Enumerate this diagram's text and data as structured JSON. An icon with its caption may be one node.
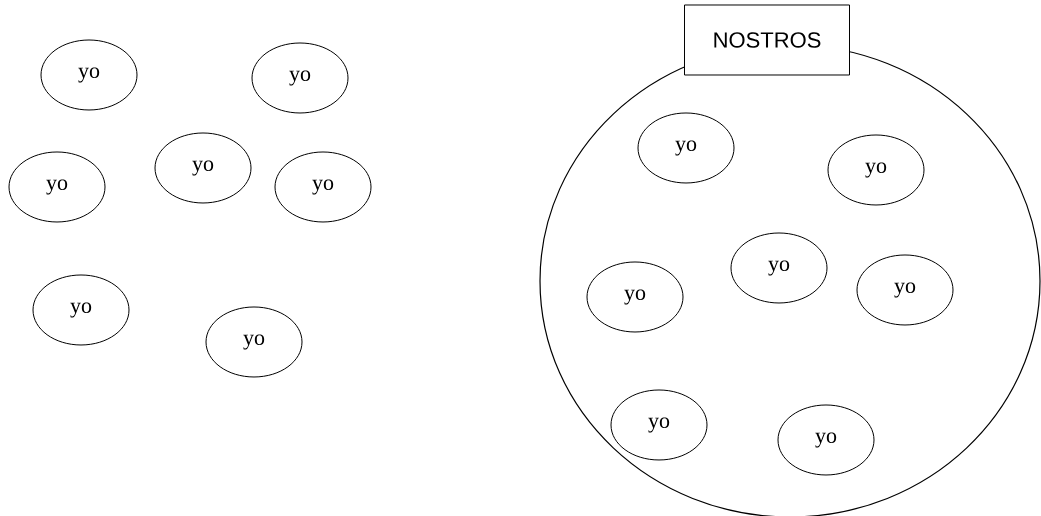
{
  "diagram": {
    "nodes": [
      {
        "text": [
          "yo"
        ]
      },
      {
        "text": [
          "yo"
        ]
      },
      {
        "text": [
          "yo"
        ]
      },
      {
        "text": [
          "yo"
        ]
      },
      {
        "text": [
          "yo"
        ]
      },
      {
        "text": [
          "yo"
        ]
      },
      {
        "text": [
          "yo"
        ]
      },
      {
        "text": [
          "NOSTROS"
        ]
      },
      {
        "text": [
          "yo"
        ],
        "in": 7
      },
      {
        "text": [
          "yo"
        ],
        "in": 7
      },
      {
        "text": [
          "yo"
        ],
        "in": 7
      },
      {
        "text": [
          "yo"
        ],
        "in": 7
      },
      {
        "text": [
          "yo"
        ],
        "in": 7
      },
      {
        "text": [
          "yo"
        ],
        "in": 7
      },
      {
        "text": [
          "yo"
        ],
        "in": 7
      }
    ]
  }
}
